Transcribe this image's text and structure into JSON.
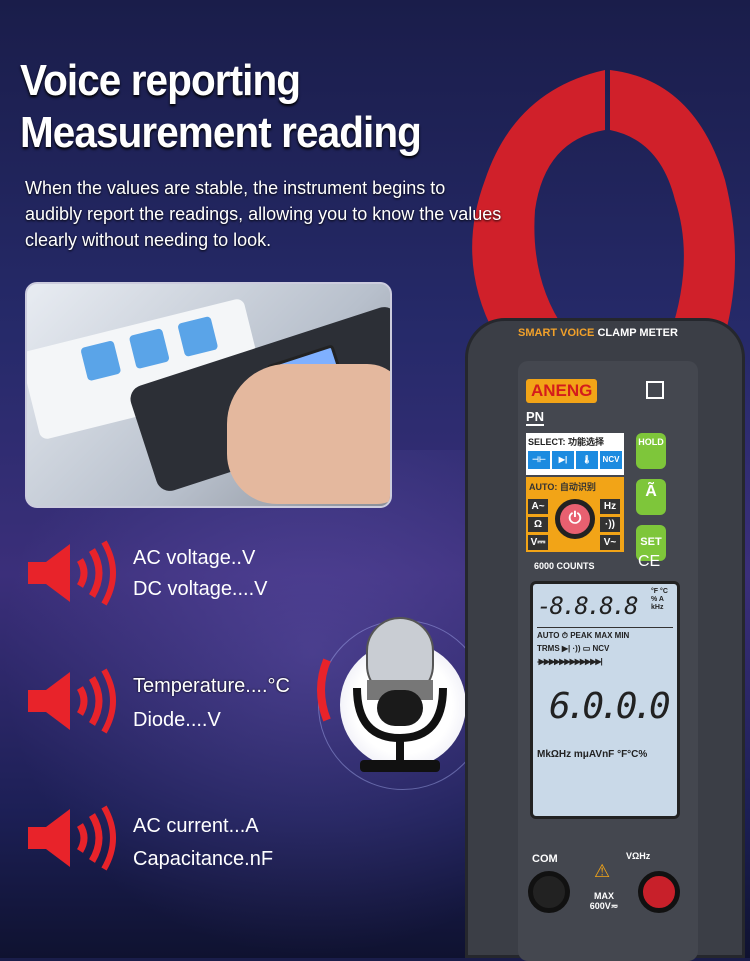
{
  "headline": {
    "line1": "Voice reporting",
    "line2": "Measurement reading"
  },
  "description": "When the values are stable, the instrument begins to audibly report the readings, allowing you to know the values clearly without needing to look.",
  "features": [
    {
      "icon": "speaker-icon",
      "labels": [
        "AC voltage..V",
        "DC voltage....V"
      ]
    },
    {
      "icon": "speaker-icon",
      "labels": [
        "Temperature....°C",
        "Diode....V"
      ]
    },
    {
      "icon": "speaker-icon",
      "labels": [
        "AC current...A",
        "Capacitance.nF"
      ]
    }
  ],
  "meter": {
    "header_orange": "SMART VOICE",
    "header_white": "CLAMP METER",
    "brand": "ANENG",
    "model": "PN",
    "select_label": "SELECT: 功能选择",
    "select_icons": [
      "⊣⊢",
      "▶|",
      "🌡",
      "NCV"
    ],
    "auto_label": "AUTO: 自动识别",
    "left_tags": [
      "A~",
      "Ω",
      "V⎓"
    ],
    "right_tags": [
      "Hz",
      "·))",
      "V~"
    ],
    "buttons": [
      "HOLD",
      "Ã",
      "SET"
    ],
    "counts": "6000 COUNTS",
    "ce": "CE",
    "lcd": {
      "top_reading": "-8.8.8.8",
      "top_units": "°F °C % A kHz",
      "row1": "AUTO ⏱ PEAK MAX MIN",
      "row2": "TRMS ▶| ·)) ▭ NCV",
      "main_reading": "6.0.0.0",
      "bottom_units": "MkΩHz mμAVnF °F°C%"
    },
    "com_label": "COM",
    "v_label": "VΩHz",
    "max_label": "MAX 600V≂"
  },
  "colors": {
    "accent_red": "#e8232a",
    "brand_orange": "#f2a417",
    "button_green": "#7ec63a"
  }
}
